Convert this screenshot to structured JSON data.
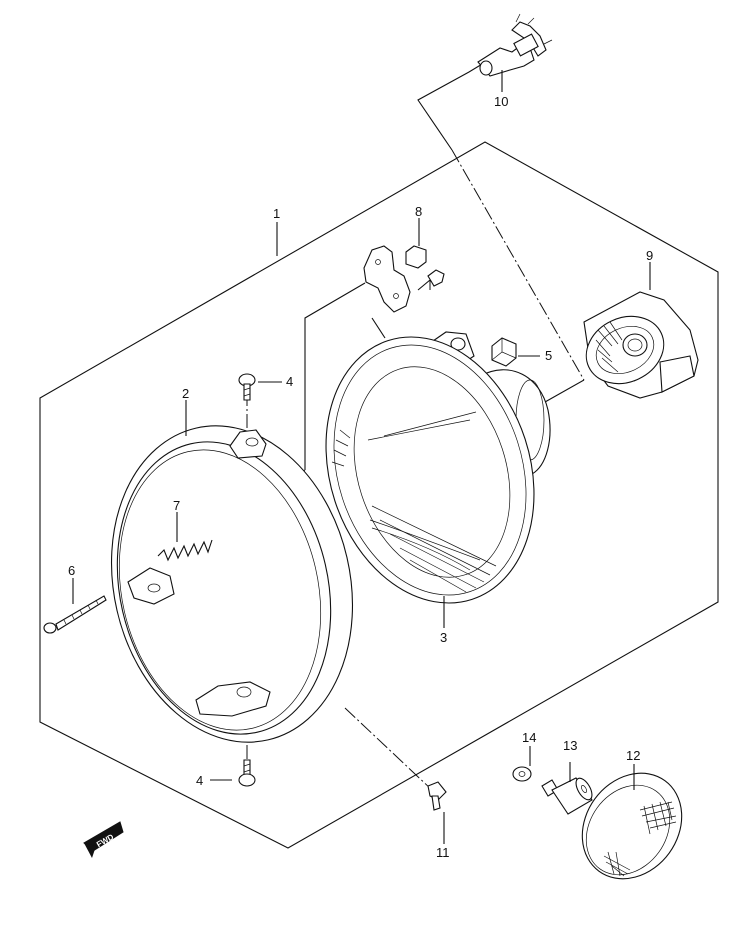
{
  "diagram": {
    "callouts": [
      {
        "id": "c1",
        "text": "1"
      },
      {
        "id": "c2",
        "text": "2"
      },
      {
        "id": "c3",
        "text": "3"
      },
      {
        "id": "c4a",
        "text": "4"
      },
      {
        "id": "c4b",
        "text": "4"
      },
      {
        "id": "c5",
        "text": "5"
      },
      {
        "id": "c6",
        "text": "6"
      },
      {
        "id": "c7",
        "text": "7"
      },
      {
        "id": "c8",
        "text": "8"
      },
      {
        "id": "c9",
        "text": "9"
      },
      {
        "id": "c10",
        "text": "10"
      },
      {
        "id": "c11",
        "text": "11"
      },
      {
        "id": "c12",
        "text": "12"
      },
      {
        "id": "c13",
        "text": "13"
      },
      {
        "id": "c14",
        "text": "14"
      }
    ],
    "fwd_label": "FWD",
    "colors": {
      "line": "#111111",
      "background": "#ffffff"
    }
  }
}
